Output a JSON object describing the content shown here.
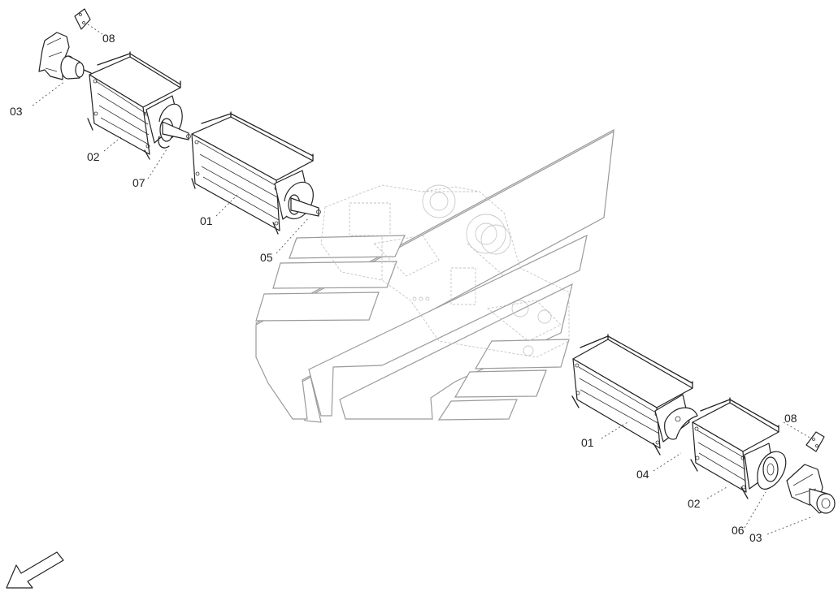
{
  "callouts": {
    "top_08": "08",
    "top_03": "03",
    "top_02": "02",
    "top_07": "07",
    "top_01": "01",
    "top_05": "05",
    "bottom_08": "08",
    "bottom_01": "01",
    "bottom_04": "04",
    "bottom_02": "02",
    "bottom_06": "06",
    "bottom_03": "03"
  },
  "colors": {
    "line": "#222222",
    "watermark": "#9a9a9a",
    "ghost": "#c4c4c4",
    "background": "#ffffff"
  },
  "icons": {
    "direction": "orientation-arrow-icon",
    "brand": "watermark-logo-icon"
  }
}
